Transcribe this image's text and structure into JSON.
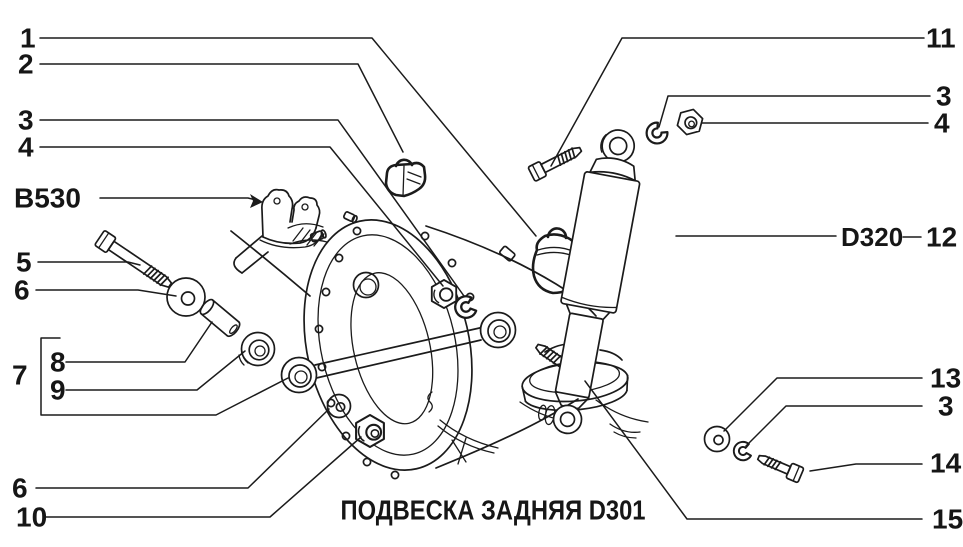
{
  "page": {
    "background": "#ffffff",
    "ink": "#1b1b1b"
  },
  "title_block": {
    "caption": "ПОДВЕСКА ЗАДНЯЯ D301"
  },
  "part_labels": {
    "b530": "B530",
    "d320": "D320"
  },
  "callouts": {
    "n1": "1",
    "n2": "2",
    "n3": "3",
    "n4": "4",
    "n5": "5",
    "n6": "6",
    "n7": "7",
    "n8": "8",
    "n9": "9",
    "n10": "10",
    "n11": "11",
    "n12": "12",
    "n13": "13",
    "n14": "14",
    "n15": "15"
  }
}
